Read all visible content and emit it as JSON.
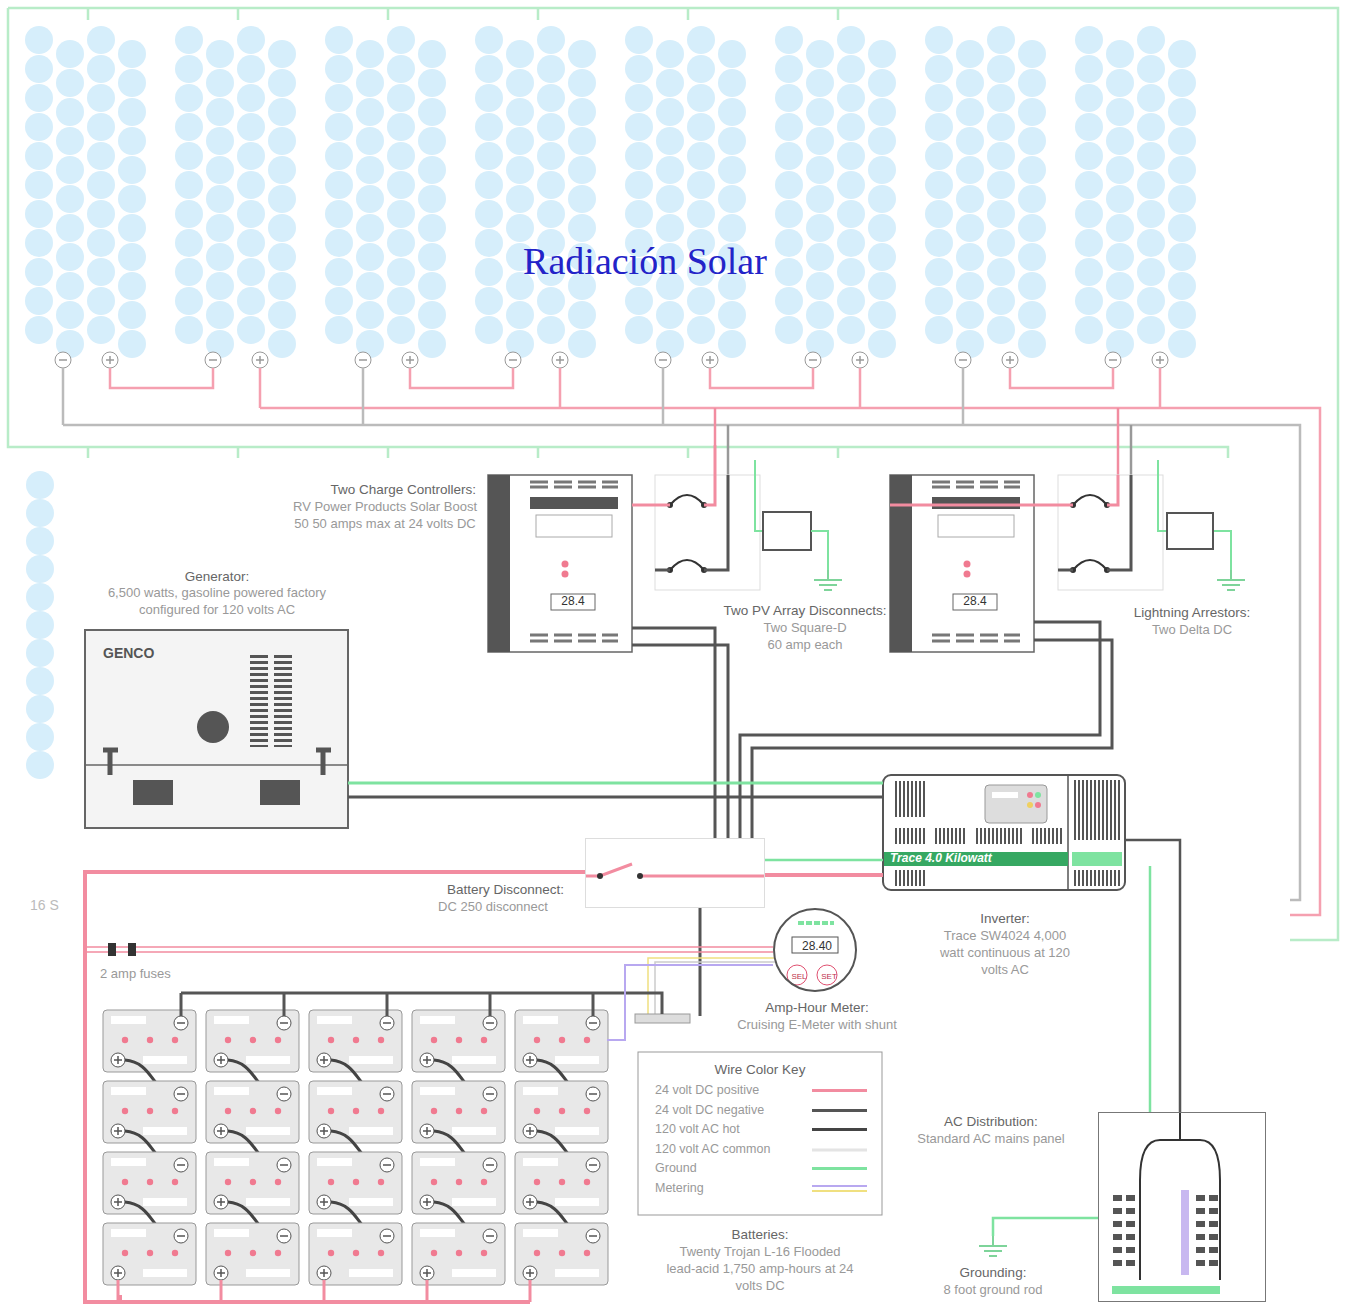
{
  "diagram": {
    "nodes": [
      {
        "text": [
          "Radiación Solar"
        ]
      },
      {
        "text": [
          "Two Charge Controllers:",
          "RV Power Products Solar Boost 50 50 amps max at 24 volts DC",
          "28.4"
        ]
      },
      {
        "text": [
          "Two PV Array Disconnects:",
          "Two Square-D 60 amp each"
        ]
      },
      {
        "text": [
          "28.4"
        ]
      },
      {
        "text": [
          "Lightning Arrestors:",
          "Two Delta DC"
        ]
      },
      {
        "text": [
          "Generator:",
          "6,500 watts, gasoline powered factory configured for 120 volts AC",
          "GENCO"
        ]
      },
      {
        "text": [
          "Trace 4.0 Kilowatt",
          "Inverter:",
          "Trace SW4024 4,000 watt continuous at 120 volts AC"
        ]
      },
      {
        "text": [
          "Battery Disconnect:",
          "DC 250 disconnect"
        ]
      },
      {
        "text": [
          "28.40",
          "SEL",
          "SET",
          "Amp-Hour Meter:",
          "Cruising E-Meter with shunt"
        ]
      },
      {
        "text": [
          "Batteries:",
          "Twenty Trojan L-16 Flooded lead-acid 1,750 amp-hours at 24 volts DC"
        ]
      },
      {
        "text": [
          "AC Distribution:",
          "Standard AC mains panel"
        ]
      },
      {
        "text": [
          "Grounding:",
          "8 foot ground rod"
        ]
      }
    ],
    "edges": [
      {
        "from": 0,
        "to": 2,
        "arrow": "none"
      },
      {
        "from": 2,
        "to": 1,
        "arrow": "none"
      },
      {
        "from": 1,
        "to": 7,
        "arrow": "none"
      },
      {
        "from": 3,
        "to": 7,
        "arrow": "none"
      },
      {
        "from": 5,
        "to": 6,
        "arrow": "none"
      },
      {
        "from": 7,
        "to": 6,
        "arrow": "none"
      },
      {
        "from": 7,
        "to": 9,
        "arrow": "none"
      },
      {
        "from": 9,
        "to": 8,
        "arrow": "none"
      },
      {
        "from": 6,
        "to": 10,
        "arrow": "none"
      },
      {
        "from": 10,
        "to": 11,
        "arrow": "none"
      }
    ],
    "labels": [
      "16 S",
      "2 amp fuses",
      "Wire Color Key"
    ],
    "legend": [
      {
        "text": "24 volt DC positive",
        "color": "#f28ca0"
      },
      {
        "text": "24 volt DC negative",
        "color": "#555555"
      },
      {
        "text": "120 volt AC hot",
        "color": "#444444"
      },
      {
        "text": "120 volt AC common"
      },
      {
        "text": "Ground",
        "color": "#7ee3a0"
      },
      {
        "text": "Metering"
      }
    ]
  }
}
